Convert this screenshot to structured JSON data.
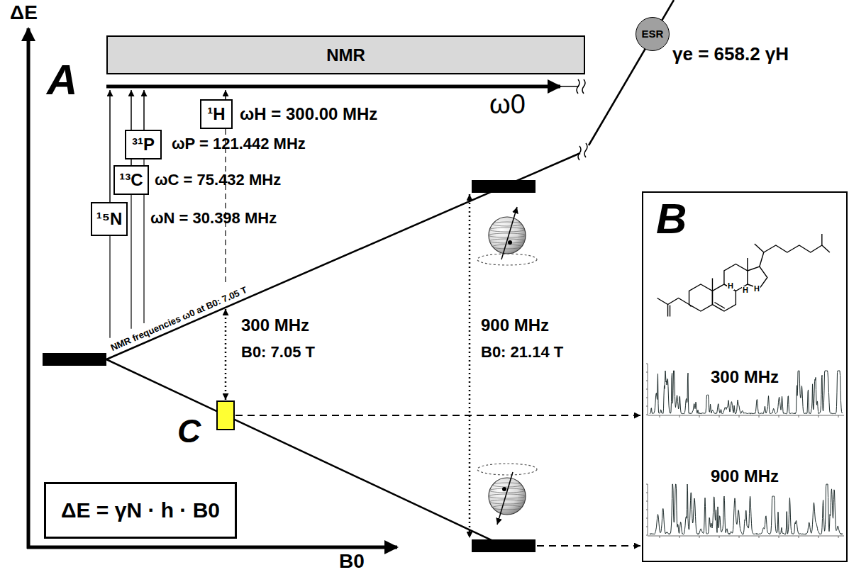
{
  "diagram": {
    "nodes": [
      {
        "text": [
          "NMR"
        ]
      },
      {
        "text": [
          "¹H"
        ]
      },
      {
        "text": [
          "³¹P"
        ]
      },
      {
        "text": [
          "¹³C"
        ]
      },
      {
        "text": [
          "¹⁵N"
        ]
      },
      {
        "text": [
          "ESR"
        ]
      },
      {
        "text": [
          "ΔE = γN · h · B0"
        ]
      },
      {
        "text": [
          "B",
          "300 MHz",
          "900 MHz"
        ]
      }
    ],
    "labels": [
      "ΔE",
      "A",
      "ω0",
      "ωH = 300.00 MHz",
      "ωP = 121.442 MHz",
      "ωC = 75.432 MHz",
      "ωN = 30.398 MHz",
      "γe = 658.2 γH",
      "NMR frequencies ω0 at B0: 7.05 T",
      "300 MHz",
      "B0: 7.05 T",
      "900 MHz",
      "B0: 21.14 T",
      "C",
      "B0",
      "H",
      "H",
      "H"
    ]
  }
}
